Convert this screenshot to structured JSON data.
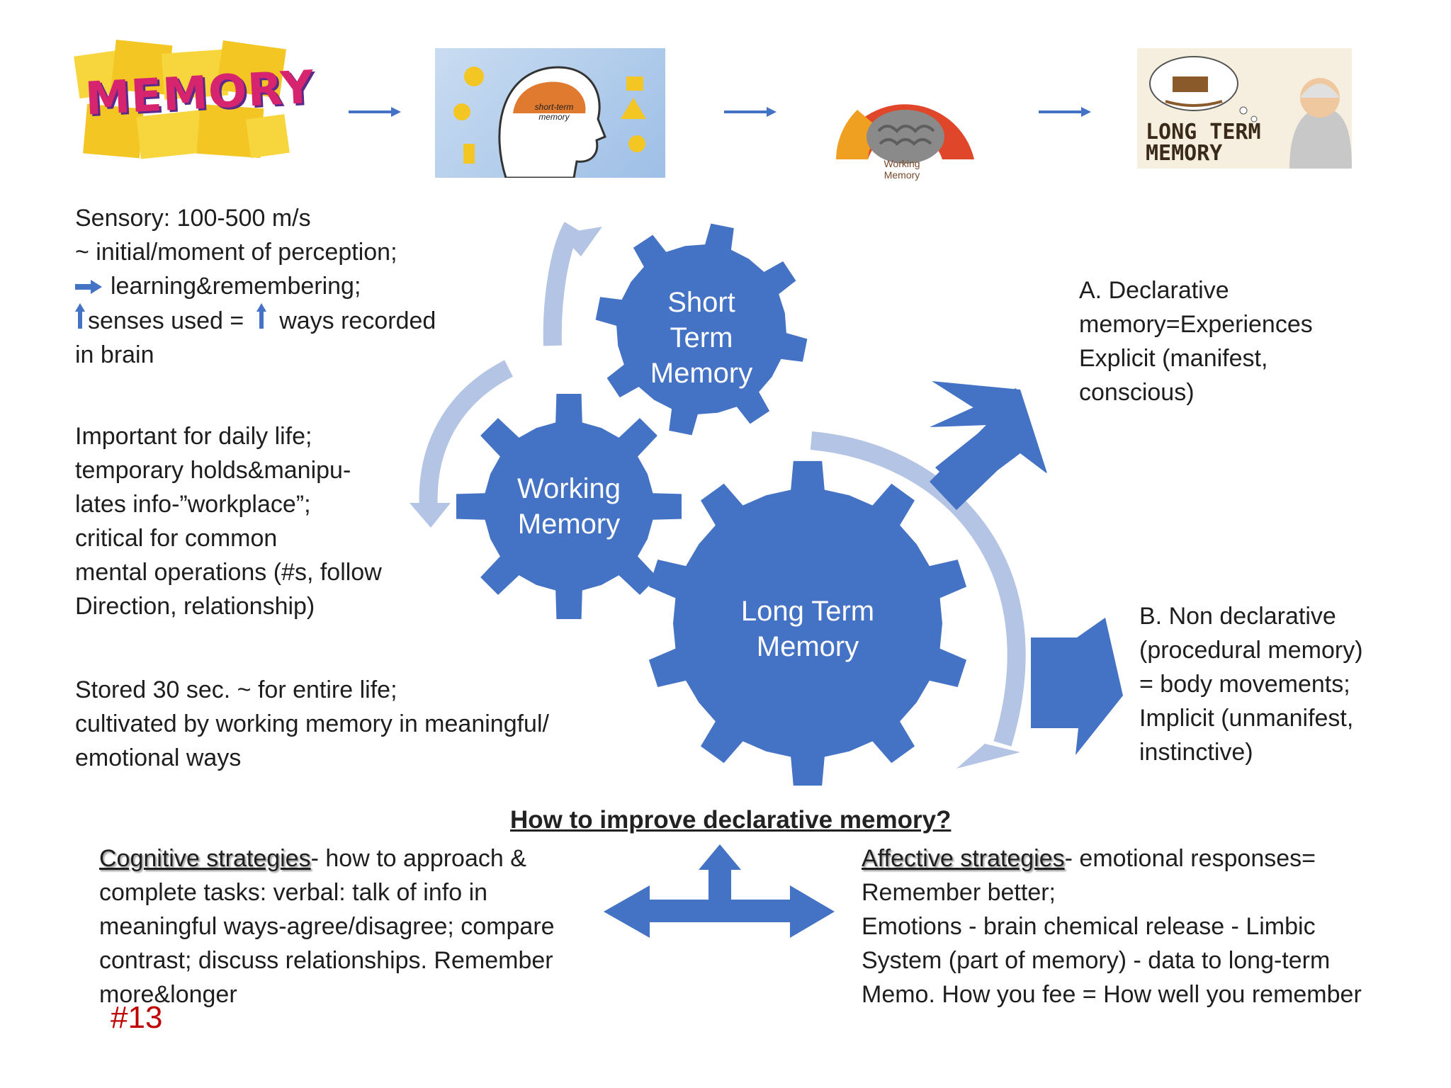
{
  "top_images": [
    {
      "caption": "MEMORY"
    },
    {
      "caption": "short-term memory"
    },
    {
      "caption": "Working Memory"
    },
    {
      "caption": "LONG TERM MEMORY"
    }
  ],
  "gears": {
    "short_term": {
      "line1": "Short",
      "line2": "Term",
      "line3": "Memory"
    },
    "working": {
      "line1": "Working",
      "line2": "Memory"
    },
    "long_term": {
      "line1": "Long Term",
      "line2": "Memory"
    }
  },
  "sensory": {
    "line1": "Sensory: 100-500 m/s",
    "line2": "~ initial/moment of perception;",
    "line3": "learning&remembering;",
    "line4a": "senses used  =",
    "line4b": "ways recorded",
    "line5": "in brain"
  },
  "working_note": [
    "Important for daily life;",
    "temporary holds&manipu-",
    "lates info-”workplace”;",
    "critical for common",
    "mental operations (#s, follow",
    "Direction, relationship)"
  ],
  "stored_note": [
    "Stored 30 sec. ~ for entire life;",
    "cultivated by working memory in meaningful/",
    "emotional ways"
  ],
  "declarative": [
    "A. Declarative",
    "memory=Experiences",
    "Explicit (manifest,",
    "conscious)"
  ],
  "non_declarative": [
    "B. Non declarative",
    "(procedural memory)",
    "= body movements;",
    "Implicit (unmanifest,",
    "instinctive)"
  ],
  "improve_heading": "How to improve declarative memory?",
  "cognitive": {
    "title": "Cognitive strategies",
    "line1_rest": "- how to approach &",
    "lines": [
      "complete tasks: verbal: talk of info in",
      "meaningful ways-agree/disagree; compare",
      "contrast; discuss relationships. Remember",
      "more&longer"
    ]
  },
  "affective": {
    "title": "Affective strategies",
    "line1_rest": "- emotional responses=",
    "lines": [
      "Remember better;",
      "Emotions - brain chemical release - Limbic",
      "System (part of memory) - data to long-term",
      "Memo. How you fee = How well you remember"
    ]
  },
  "slide_number": "#13",
  "colors": {
    "gear": "#4472c4",
    "arc": "#b4c4e4",
    "arrow": "#4472c4",
    "slide_number": "#c00000"
  }
}
